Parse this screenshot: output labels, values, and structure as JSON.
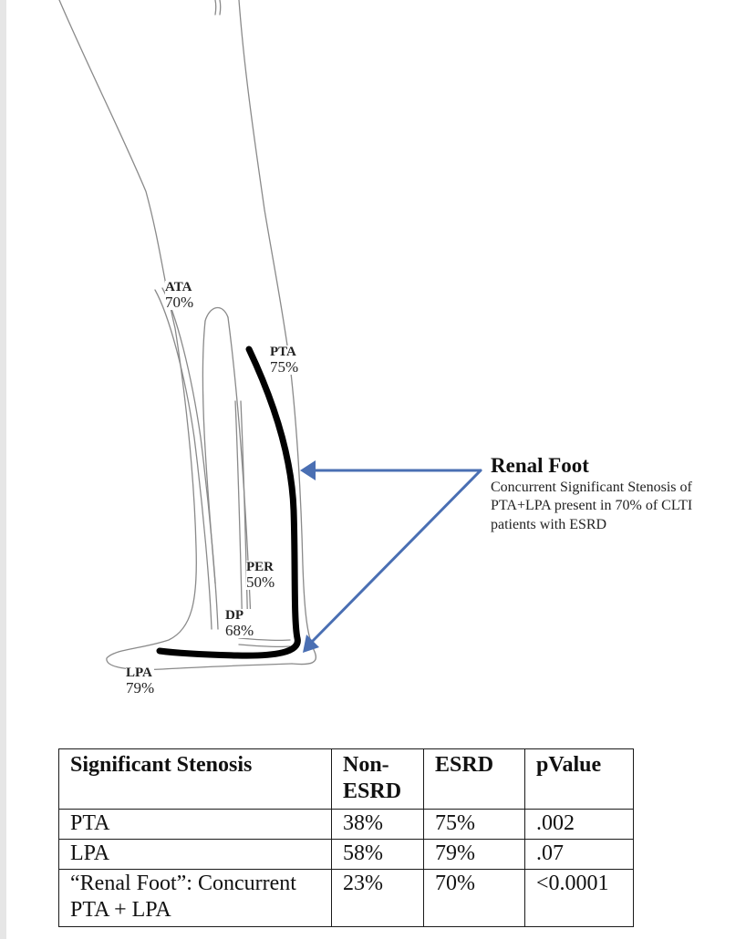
{
  "vessels": [
    {
      "code": "ATA",
      "pct": "70%"
    },
    {
      "code": "PTA",
      "pct": "75%"
    },
    {
      "code": "PER",
      "pct": "50%"
    },
    {
      "code": "DP",
      "pct": "68%"
    },
    {
      "code": "LPA",
      "pct": "79%"
    }
  ],
  "annotation": {
    "title": "Renal Foot",
    "body": "Concurrent Significant Stenosis of PTA+LPA present in 70% of CLTI patients with ESRD"
  },
  "colors": {
    "arrow": "#4a6fb3",
    "stenosis_line": "#000000",
    "outline": "#8a8a8a"
  },
  "table": {
    "headers": [
      "Significant Stenosis",
      "Non-ESRD",
      "ESRD",
      "pValue"
    ],
    "rows": [
      [
        "PTA",
        "38%",
        "75%",
        ".002"
      ],
      [
        "LPA",
        "58%",
        "79%",
        ".07"
      ],
      [
        "“Renal Foot”: Concurrent PTA + LPA",
        "23%",
        "70%",
        "<0.0001"
      ]
    ]
  }
}
